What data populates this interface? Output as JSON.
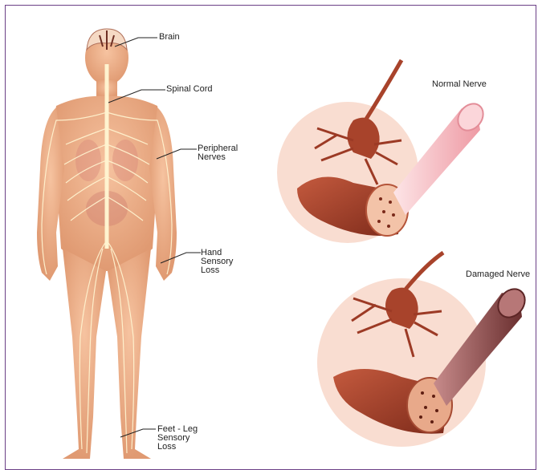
{
  "labels": {
    "brain": "Brain",
    "spinal_cord": "Spinal Cord",
    "peripheral_nerves": "Peripheral\nNerves",
    "hand_sensory_loss": "Hand\nSensory\nLoss",
    "feet_leg_sensory_loss": "Feet - Leg\nSensory\nLoss",
    "normal_nerve": "Normal Nerve",
    "damaged_nerve": "Damaged Nerve"
  },
  "colors": {
    "frame": "#6b3f86",
    "skin": "#f2b48c",
    "skin_shadow": "#d98e66",
    "nerve": "#fff3cf",
    "circle_bg": "#f9ddd1",
    "neuron": "#a8432b",
    "normal_tube": "#f6bcc2",
    "damaged_tube": "#8c4a4a"
  }
}
